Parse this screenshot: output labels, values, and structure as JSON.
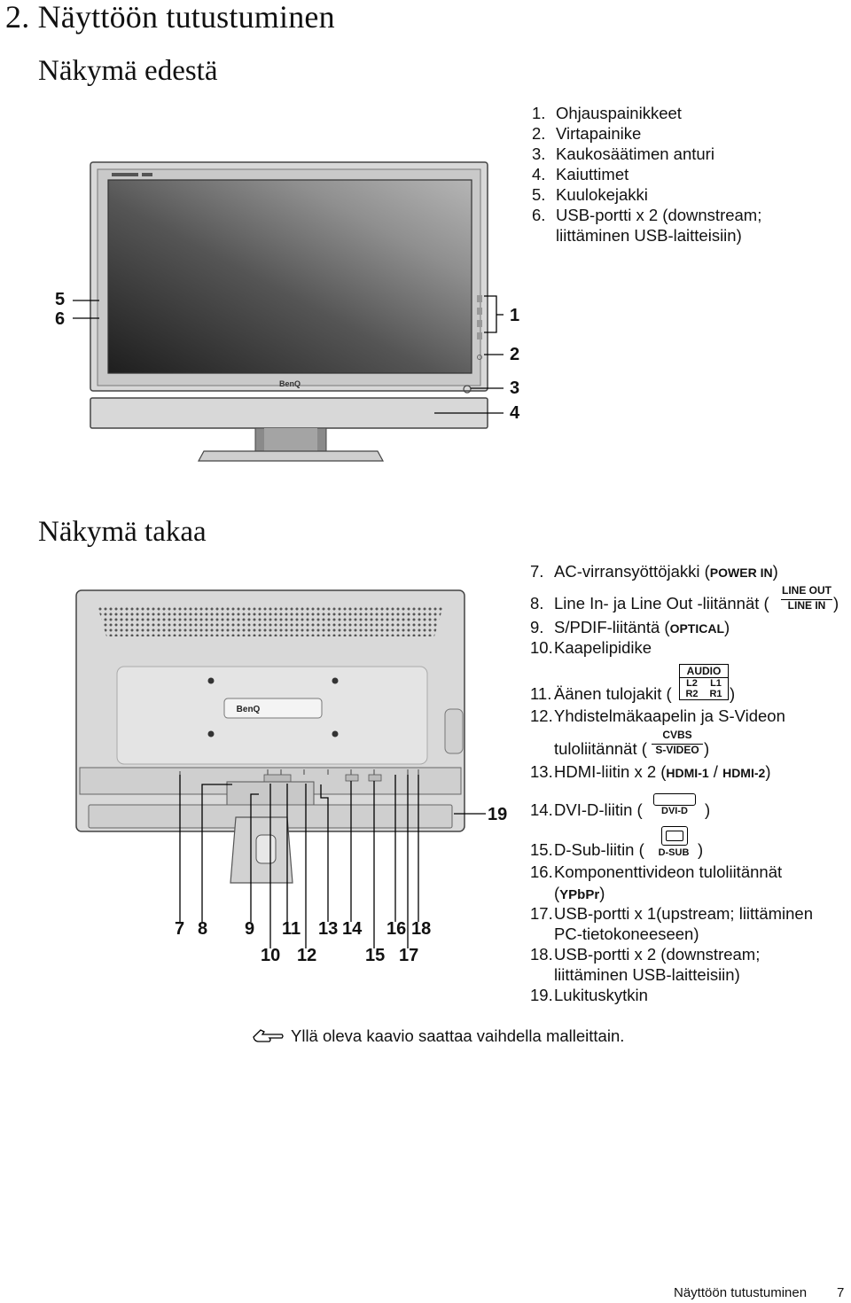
{
  "chapter_title": "2. Näyttöön tutustuminen",
  "front": {
    "heading": "Näkymä edestä",
    "items": [
      {
        "num": "1.",
        "text": "Ohjauspainikkeet"
      },
      {
        "num": "2.",
        "text": "Virtapainike"
      },
      {
        "num": "3.",
        "text": "Kaukosäätimen anturi"
      },
      {
        "num": "4.",
        "text": "Kaiuttimet"
      },
      {
        "num": "5.",
        "text": "Kuulokejakki"
      },
      {
        "num": "6.",
        "text": "USB-portti x 2 (downstream;"
      }
    ],
    "item6_line2": "liittäminen USB-laitteisiin)",
    "callouts": [
      "5",
      "6",
      "1",
      "2",
      "3",
      "4"
    ],
    "brand_logo": "BenQ",
    "colors": {
      "bezel": "#cfcfcf",
      "screen_dark": "#2a2a2a",
      "screen_light": "#9a9a9a",
      "outline": "#444444"
    }
  },
  "rear": {
    "heading": "Näkymä takaa",
    "items": {
      "i7": {
        "num": "7.",
        "text": "AC-virransyöttöjakki (",
        "label": "POWER IN",
        "end": ")"
      },
      "i8": {
        "num": "8.",
        "text": "Line In- ja Line Out -liitännät (",
        "label_top": "LINE OUT",
        "label_bottom": "LINE IN",
        "end": ")"
      },
      "i9": {
        "num": "9.",
        "text": "S/PDIF-liitäntä (",
        "label": "OPTICAL",
        "end": ")"
      },
      "i10": {
        "num": "10.",
        "text": "Kaapelipidike"
      },
      "i11": {
        "num": "11.",
        "text": "Äänen tulojakit (",
        "label_head": "AUDIO",
        "l2": "L2",
        "l1": "L1",
        "r2": "R2",
        "r1": "R1",
        "end": ")"
      },
      "i12": {
        "num": "12.",
        "text": "Yhdistelmäkaapelin ja S-Videon",
        "line2": "tuloliitännät (",
        "label_top": "CVBS",
        "label_bottom": "S-VIDEO",
        "end": ")"
      },
      "i13": {
        "num": "13.",
        "text": "HDMI-liitin x 2 (",
        "label1": "HDMI-1",
        "sep": " / ",
        "label2": "HDMI-2",
        "end": ")"
      },
      "i14": {
        "num": "14.",
        "text": "DVI-D-liitin (",
        "label": "DVI-D",
        "end": ")"
      },
      "i15": {
        "num": "15.",
        "text": "D-Sub-liitin (",
        "label": "D-SUB",
        "end": ")"
      },
      "i16": {
        "num": "16.",
        "text": "Komponenttivideon tuloliitännät",
        "line2_open": "(",
        "label": "YPbPr",
        "end": ")"
      },
      "i17": {
        "num": "17.",
        "text": "USB-portti x 1(upstream; liittäminen",
        "line2": "PC-tietokoneeseen)"
      },
      "i18": {
        "num": "18.",
        "text": "USB-portti x 2 (downstream;",
        "line2": "liittäminen USB-laitteisiin)"
      },
      "i19": {
        "num": "19.",
        "text": "Lukituskytkin"
      }
    },
    "callouts_top": [
      "7",
      "8",
      "9",
      "11",
      "13",
      "14",
      "16",
      "18"
    ],
    "callouts_bottom": [
      "10",
      "12",
      "15",
      "17"
    ],
    "callout_side": "19",
    "brand_logo": "BenQ"
  },
  "note": "Yllä oleva kaavio saattaa vaihdella malleittain.",
  "footer": {
    "section": "Näyttöön tutustuminen",
    "page": "7"
  }
}
